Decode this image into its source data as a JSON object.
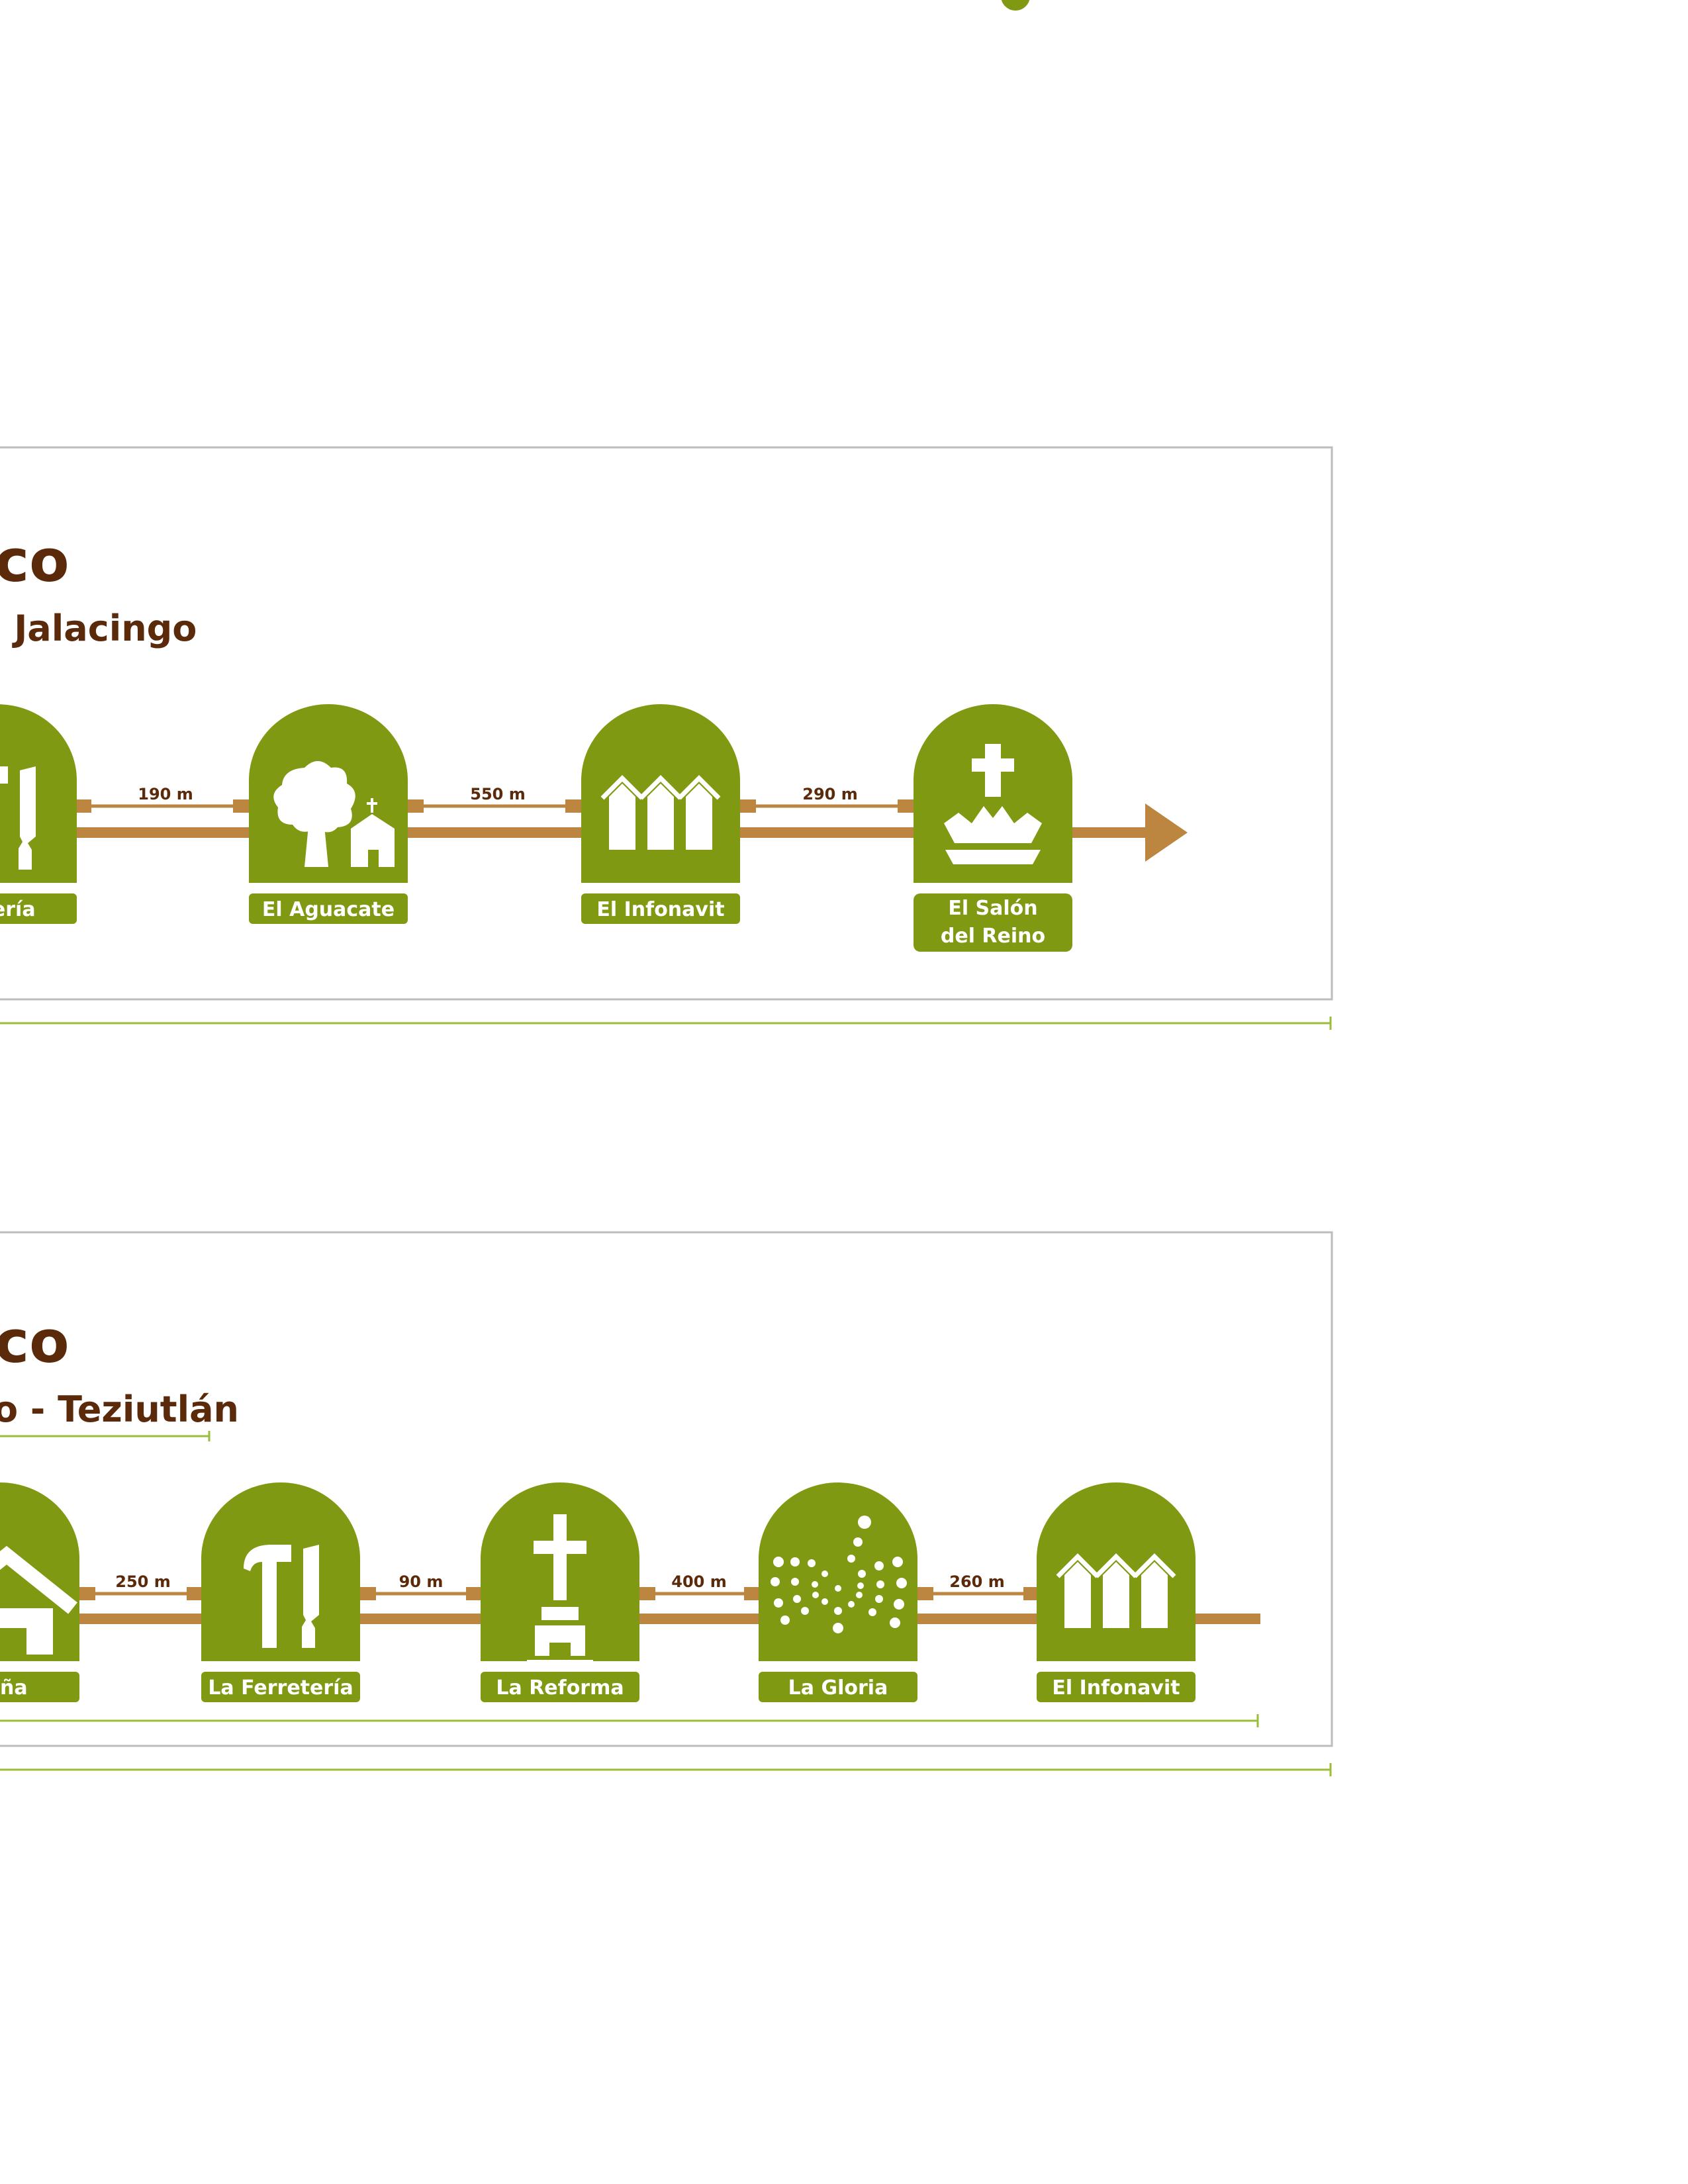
{
  "colors": {
    "green": "#7f9a12",
    "brown_text": "#5a2a0b",
    "route": "#bc8641",
    "guide": "#9bbd3a",
    "frame": "#bdbdbd"
  },
  "panels": [
    {
      "title": "co",
      "subtitle": "- Jalacingo",
      "stops": [
        {
          "label": "retería",
          "icon": "tools-icon"
        },
        {
          "label": "El Aguacate",
          "icon": "tree-church-icon"
        },
        {
          "label": "El Infonavit",
          "icon": "houses-icon"
        },
        {
          "label_lines": [
            "El Salón",
            "del Reino"
          ],
          "icon": "crown-cross-icon"
        }
      ],
      "distances": [
        "190 m",
        "550 m",
        "290 m"
      ]
    },
    {
      "title": "co",
      "subtitle": "o - Teziutlán",
      "stops": [
        {
          "label": "baña",
          "icon": "cabin-icon"
        },
        {
          "label": "La Ferretería",
          "icon": "tools-icon"
        },
        {
          "label": "La Reforma",
          "icon": "cross-monument-icon"
        },
        {
          "label": "La Gloria",
          "icon": "fireworks-icon"
        },
        {
          "label": "El Infonavit",
          "icon": "houses-icon"
        }
      ],
      "distances": [
        "250 m",
        "90 m",
        "400 m",
        "260 m"
      ]
    }
  ]
}
